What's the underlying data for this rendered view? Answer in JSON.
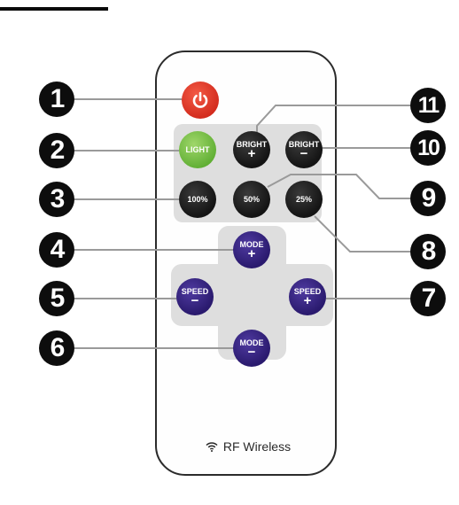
{
  "remote": {
    "buttons": {
      "power_icon": "power-icon",
      "light": "LIGHT",
      "bright_up": {
        "label": "BRIGHT",
        "sign": "+"
      },
      "bright_down": {
        "label": "BRIGHT",
        "sign": "−"
      },
      "p100": "100%",
      "p50": "50%",
      "p25": "25%",
      "mode_up": {
        "label": "MODE",
        "sign": "+"
      },
      "mode_down": {
        "label": "MODE",
        "sign": "−"
      },
      "speed_down": {
        "label": "SPEED",
        "sign": "−"
      },
      "speed_up": {
        "label": "SPEED",
        "sign": "+"
      }
    },
    "footer": {
      "icon": "wifi-icon",
      "text": "RF Wireless"
    }
  },
  "callouts": [
    "1",
    "2",
    "3",
    "4",
    "5",
    "6",
    "7",
    "8",
    "9",
    "10",
    "11"
  ],
  "colors": {
    "power": "#d22a1c",
    "light": "#5fae33",
    "dark_button": "#141414",
    "purple_button": "#2a1a6e",
    "panel": "#dedede",
    "callout": "#0d0d0d"
  }
}
